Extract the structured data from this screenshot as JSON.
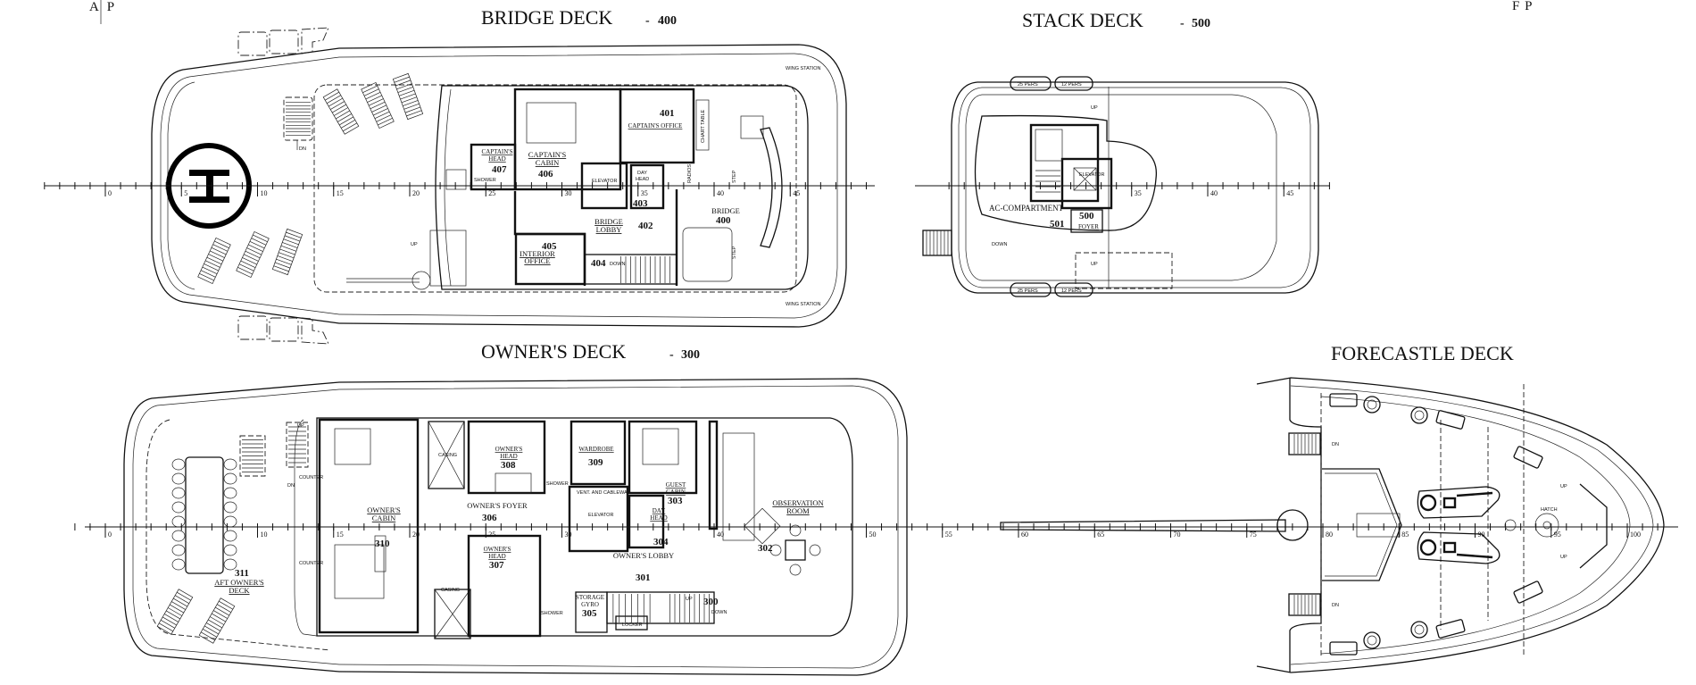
{
  "markers": {
    "aft": "A P",
    "fore": "F P"
  },
  "bridge": {
    "title": "BRIDGE DECK",
    "sep": "-",
    "number": "400",
    "ticks": [
      "0",
      "5",
      "10",
      "15",
      "20",
      "25",
      "30",
      "35",
      "40",
      "45"
    ],
    "rooms": {
      "r401": {
        "name": "CAPTAIN'S OFFICE",
        "num": "401"
      },
      "r406": {
        "name1": "CAPTAIN'S",
        "name2": "CABIN",
        "num": "406"
      },
      "r407": {
        "name1": "CAPTAIN'S",
        "name2": "HEAD",
        "num": "407"
      },
      "r403": {
        "name1": "DAY",
        "name2": "HEAD",
        "num": "403"
      },
      "r402": {
        "name1": "BRIDGE",
        "name2": "LOBBY",
        "num": "402"
      },
      "r400": {
        "name": "BRIDGE",
        "num": "400"
      },
      "r405": {
        "name1": "INTERIOR",
        "name2": "OFFICE",
        "num": "405"
      },
      "r404": {
        "num": "404"
      }
    },
    "labels": {
      "elevator": "ELEVATOR",
      "shower": "SHOWER",
      "chart_table": "CHART TABLE",
      "radios": "RADIOS",
      "step": "STEP",
      "up": "UP",
      "down": "DOWN",
      "dn": "DN",
      "wing_station": "WING STATION"
    }
  },
  "stack": {
    "title": "STACK DECK",
    "sep": "-",
    "number": "500",
    "ticks": [
      "35",
      "40",
      "45"
    ],
    "labels": {
      "ac": "AC-COMPARTMENT",
      "r501": "501",
      "r500": "500",
      "foyer": "FOYER",
      "elevator": "ELEVATOR",
      "raft25": "25 PERS",
      "raft12": "12 PERS",
      "up": "UP",
      "down": "DOWN"
    }
  },
  "owner": {
    "title": "OWNER'S DECK",
    "sep": "-",
    "number": "300",
    "ticks": [
      "0",
      "10",
      "15",
      "20",
      "25",
      "30",
      "40",
      "50",
      "55"
    ],
    "rooms": {
      "r310": {
        "name1": "OWNER'S",
        "name2": "CABIN",
        "num": "310"
      },
      "r311": {
        "name1": "AFT OWNER'S",
        "name2": "DECK",
        "num": "311"
      },
      "r308": {
        "name1": "OWNER'S",
        "name2": "HEAD",
        "num": "308"
      },
      "r309": {
        "name": "WARDROBE",
        "num": "309"
      },
      "r306": {
        "name": "OWNER'S FOYER",
        "num": "306"
      },
      "r307": {
        "name1": "OWNER'S",
        "name2": "HEAD",
        "num": "307"
      },
      "r303": {
        "name1": "GUEST",
        "name2": "CABIN",
        "num": "303"
      },
      "r304": {
        "name1": "DAY",
        "name2": "HEAD",
        "num": "304"
      },
      "r302": {
        "name1": "OBSERVATION",
        "name2": "ROOM",
        "num": "302"
      },
      "r301": {
        "name": "OWNER'S LOBBY",
        "num": "301"
      },
      "r305": {
        "name1": "STORAGE",
        "name2": "GYRO",
        "num": "305"
      },
      "r300": {
        "num": "300"
      }
    },
    "labels": {
      "casing": "CASING",
      "shower": "SHOWER",
      "vent": "VENT. AND CABLEWAY",
      "elevator": "ELEVATOR",
      "locker": "LOCKER",
      "up": "UP",
      "down": "DOWN",
      "dn": "DN",
      "counter": "COUNTER"
    }
  },
  "forecastle": {
    "title": "FORECASTLE DECK",
    "ticks": [
      "60",
      "65",
      "70",
      "75",
      "80",
      "85",
      "90",
      "95",
      "100"
    ],
    "labels": {
      "hatch": "HATCH",
      "dn": "DN",
      "up": "UP"
    }
  }
}
